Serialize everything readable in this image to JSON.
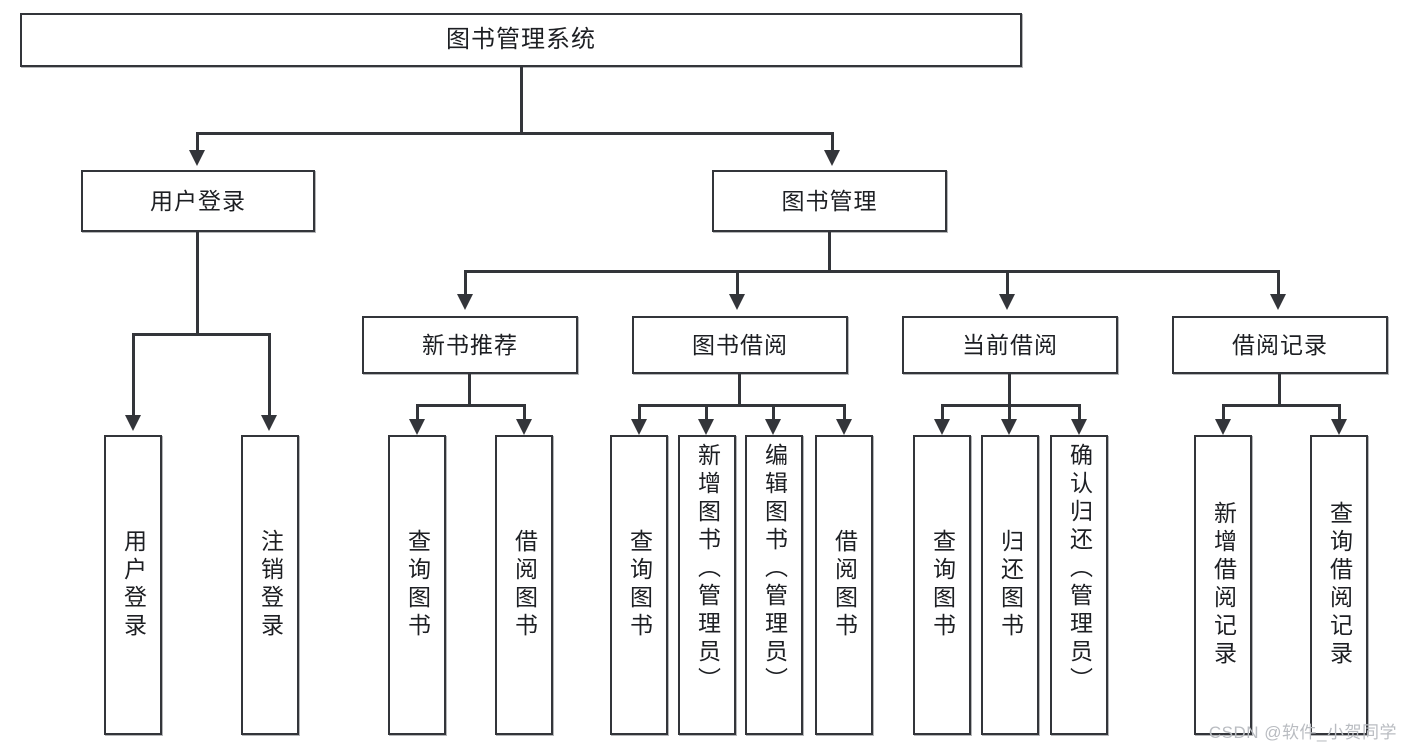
{
  "diagram": {
    "title": "图书管理系统",
    "watermark": "CSDN @软件_小贺同学",
    "colors": {
      "box_border": "#33353a",
      "box_fill": "#ffffff",
      "line": "#33353a",
      "text": "#1d1f23",
      "watermark": "#b9bcc1",
      "background": "#ffffff"
    },
    "root": {
      "label": "图书管理系统"
    },
    "level2": [
      {
        "label": "用户登录"
      },
      {
        "label": "图书管理"
      }
    ],
    "level3": [
      {
        "label": "新书推荐"
      },
      {
        "label": "图书借阅"
      },
      {
        "label": "当前借阅"
      },
      {
        "label": "借阅记录"
      }
    ],
    "leaves": {
      "user_login": [
        {
          "label": "用户登录"
        },
        {
          "label": "注销登录"
        }
      ],
      "new_book_recommend": [
        {
          "label": "查询图书"
        },
        {
          "label": "借阅图书"
        }
      ],
      "book_borrow": [
        {
          "label": "查询图书"
        },
        {
          "label": "新增图书（管理员）"
        },
        {
          "label": "编辑图书（管理员）"
        },
        {
          "label": "借阅图书"
        }
      ],
      "current_borrow": [
        {
          "label": "查询图书"
        },
        {
          "label": "归还图书"
        },
        {
          "label": "确认归还（管理员）"
        }
      ],
      "borrow_record": [
        {
          "label": "新增借阅记录"
        },
        {
          "label": "查询借阅记录"
        }
      ]
    }
  }
}
